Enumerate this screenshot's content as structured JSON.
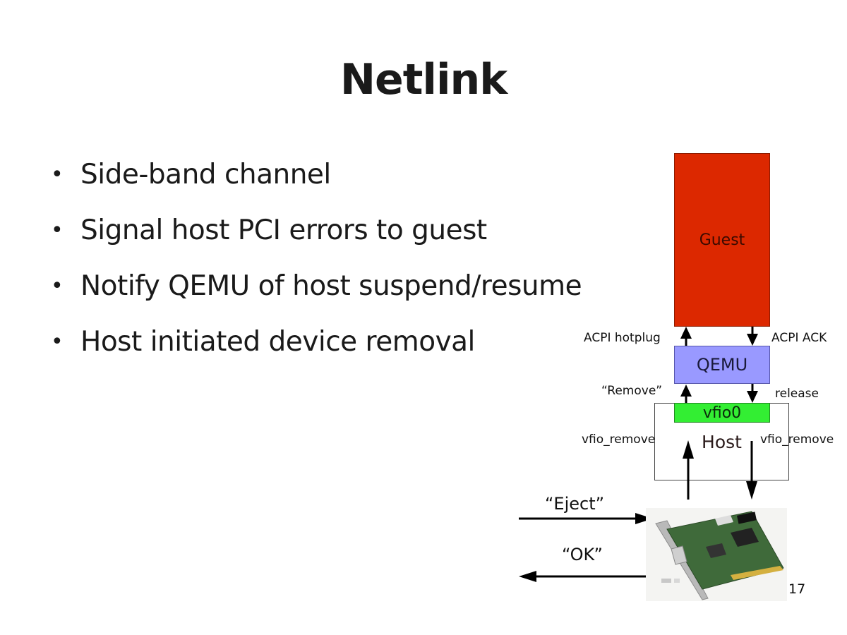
{
  "slide": {
    "title": "Netlink",
    "bullets": [
      "Side-band channel",
      "Signal host PCI errors to guest",
      "Notify QEMU of host suspend/resume",
      "Host initiated device removal"
    ],
    "bullet_glyph": "•",
    "page_number": "17"
  },
  "diagram": {
    "boxes": {
      "guest": "Guest",
      "qemu": "QEMU",
      "vfio": "vfio0",
      "host": "Host"
    },
    "labels": {
      "acpi_hotplug": "ACPI hotplug",
      "acpi_ack": "ACPI ACK",
      "remove": "“Remove”",
      "release": "release",
      "vfio_remove_left": "vfio_remove",
      "vfio_remove_right": "vfio_remove",
      "eject": "“Eject”",
      "ok": "“OK”"
    },
    "image": "pci-network-card-photo",
    "colors": {
      "guest": "#dc2800",
      "qemu": "#9999ff",
      "vfio": "#33ee33",
      "host": "#ffffff"
    }
  }
}
